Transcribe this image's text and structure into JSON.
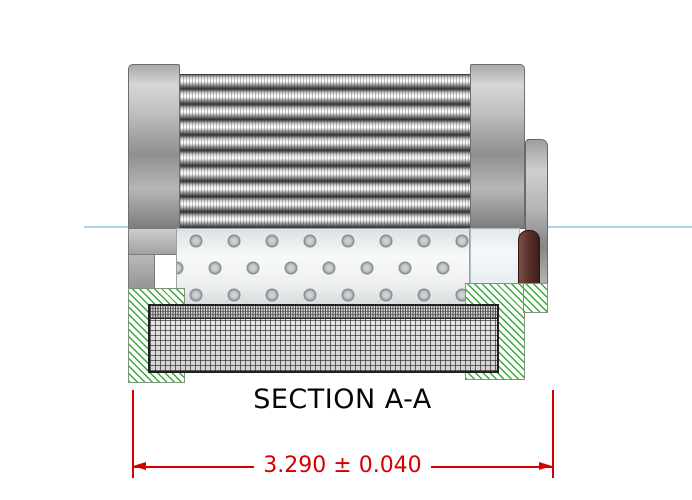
{
  "drawing": {
    "section_label": "SECTION A-A",
    "parts": {
      "filter_media": "pleated-media-with-mesh",
      "core": "perforated-core-tube",
      "seal": "o-ring",
      "wrap": "wire-mesh-screen",
      "end_caps": "metal-end-caps"
    },
    "colors": {
      "dimension_red": "#d40000",
      "hatch_green": "#3aa83a",
      "centerline_cyan": "#a4d8e8",
      "oring_maroon": "#5c332c",
      "metal_gray": "#b0b0b0",
      "mesh_gray": "#d8d8d8"
    }
  },
  "dimension": {
    "value": "3.290 ± 0.040"
  }
}
